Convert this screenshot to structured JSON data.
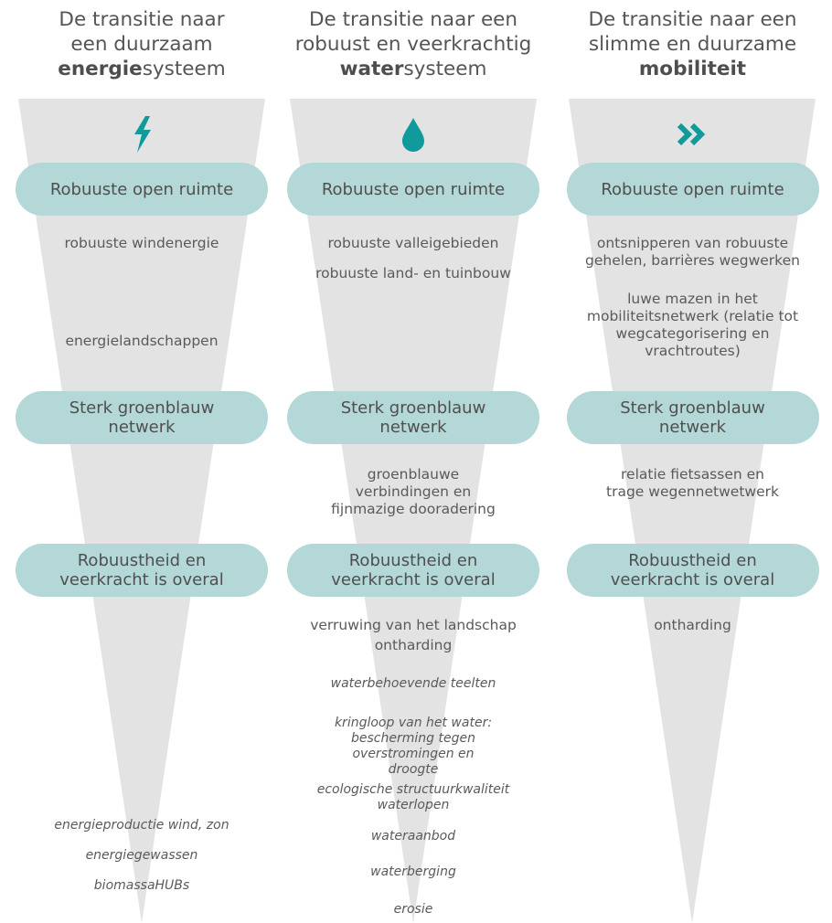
{
  "columns": [
    {
      "id": "energie",
      "heading": {
        "line1": "De transitie naar",
        "line2": "een duurzaam",
        "bold": "energie",
        "rest": "systeem"
      },
      "icon": "lightning-bolt-icon",
      "layers": [
        {
          "label": "Robuuste open ruimte",
          "items": [
            "robuuste windenergie",
            "energielandschappen"
          ]
        },
        {
          "label": "Sterk groenblauw netwerk",
          "items": []
        },
        {
          "label": "Robuustheid en veerkracht is overal",
          "items": []
        }
      ],
      "italic_items": [
        "energieproductie wind, zon",
        "energiegewassen",
        "biomassaHUBs"
      ]
    },
    {
      "id": "water",
      "heading": {
        "line1": "De transitie naar een",
        "line2": "robuust en veerkrachtig",
        "bold": "water",
        "rest": "systeem"
      },
      "icon": "water-drop-icon",
      "layers": [
        {
          "label": "Robuuste open ruimte",
          "items": [
            "robuuste valleigebieden",
            "robuuste land- en tuinbouw"
          ]
        },
        {
          "label": "Sterk groenblauw netwerk",
          "items": [
            "groenblauwe verbindingen en fijnmazige dooradering"
          ]
        },
        {
          "label": "Robuustheid en veerkracht is overal",
          "items": [
            "verruwing van het landschap",
            "ontharding"
          ]
        }
      ],
      "italic_items": [
        "waterbehoevende teelten",
        "kringloop van het water: bescherming tegen overstromingen en droogte",
        "ecologische structuurkwaliteit waterlopen",
        "wateraanbod",
        "waterberging",
        "erosie"
      ]
    },
    {
      "id": "mobiliteit",
      "heading": {
        "line1": "De transitie naar een",
        "line2": "slimme en duurzame",
        "bold": "mobiliteit",
        "rest": ""
      },
      "icon": "double-chevron-right-icon",
      "layers": [
        {
          "label": "Robuuste open ruimte",
          "items": [
            "ontsnipperen van robuuste gehelen, barrières wegwerken",
            "luwe mazen in het mobiliteitsnetwerk (relatie tot wegcategorisering en vrachtroutes)"
          ]
        },
        {
          "label": "Sterk groenblauw netwerk",
          "items": [
            "relatie fietsassen en trage wegennetwetwerk"
          ]
        },
        {
          "label": "Robuustheid en veerkracht is overal",
          "items": [
            "ontharding"
          ]
        }
      ],
      "italic_items": []
    }
  ],
  "colors": {
    "funnel": "#e3e3e3",
    "pill": "#b4d7d8",
    "icon": "#109a9b",
    "text": "#555555"
  }
}
